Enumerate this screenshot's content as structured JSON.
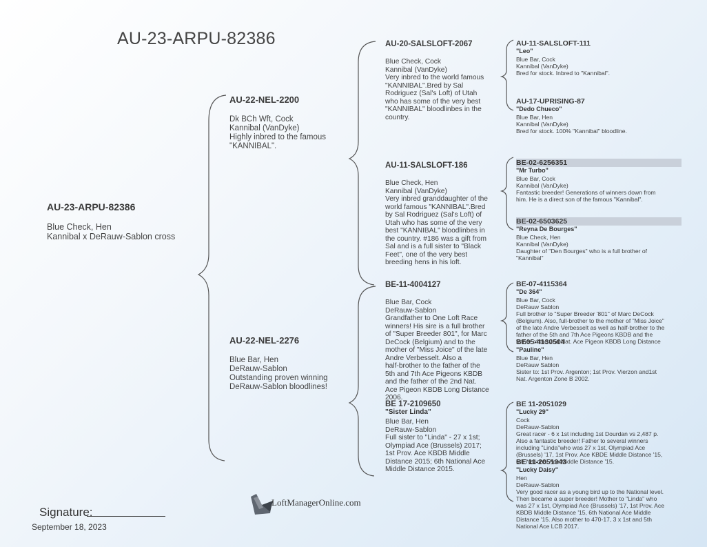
{
  "header": {
    "title": "AU-23-ARPU-82386"
  },
  "subject": {
    "id": "AU-23-ARPU-82386",
    "info": [
      "Blue Check, Hen",
      "Kannibal x DeRauw-Sablon cross"
    ]
  },
  "sire": {
    "id": "AU-22-NEL-2200",
    "info": [
      "Dk BCh Wft, Cock",
      "Kannibal (VanDyke)",
      "Highly inbred to the famous",
      "\"KANNIBAL\"."
    ]
  },
  "dam": {
    "id": "AU-22-NEL-2276",
    "info": [
      "Blue Bar, Hen",
      "DeRauw-Sablon",
      "Outstanding proven winning",
      "DeRauw-Sablon bloodlines!"
    ]
  },
  "gen3": [
    {
      "id": "AU-20-SALSLOFT-2067",
      "nick": "",
      "info": [
        "Blue Check, Cock",
        "Kannibal (VanDyke)",
        "Very inbred to the world famous",
        "\"KANNIBAL\".Bred by Sal",
        "Rodriguez (Sal's Loft) of Utah",
        "who has some of the very best",
        "\"KANNIBAL\" bloodlinbes in the",
        "country."
      ]
    },
    {
      "id": "AU-11-SALSLOFT-186",
      "nick": "",
      "info": [
        "Blue Check, Hen",
        "Kannibal (VanDyke)",
        "Very inbred granddaughter of the",
        "world famous \"KANNIBAL\".Bred",
        "by Sal Rodriguez (Sal's Loft) of",
        "Utah who has some of the very",
        "best \"KANNIBAL\" bloodlinbes in",
        "the country. #186 was a gift from",
        "Sal and is a full sister to \"Black",
        "Feet\", one of the very best",
        "breeding hens in his loft."
      ]
    },
    {
      "id": "BE-11-4004127",
      "nick": "",
      "info": [
        "Blue Bar, Cock",
        "DeRauw-Sablon",
        "Grandfather to One Loft Race",
        "winners! His sire is a full brother",
        "of \"Super Breeder 801\", for Marc",
        "DeCock (Belgium) and to the",
        "mother of \"Miss Joice\" of the late",
        "Andre Verbesselt. Also a",
        "half-brother to the father of the",
        "5th and 7th Ace Pigeons KBDB",
        "and the father of the 2nd Nat.",
        "Ace Pigeon KBDB Long Distance",
        "2006."
      ]
    },
    {
      "id": "BE 17-2109650",
      "nick": "\"Sister Linda\"",
      "info": [
        "Blue Bar, Hen",
        "DeRauw-Sablon",
        "Full sister to \"Linda\" - 27 x 1st;",
        "Olympiad Ace (Brussels) 2017;",
        "1st Prov. Ace KBDB Middle",
        "Distance 2015; 6th National Ace",
        "Middle Distance 2015."
      ]
    }
  ],
  "gen4": [
    {
      "id": "AU-11-SALSLOFT-111",
      "nick": "\"Leo\"",
      "info": [
        "Blue Bar, Cock",
        "Kannibal (VanDyke)",
        "Bred for stock. Inbred to \"Kannibal\"."
      ]
    },
    {
      "id": "AU-17-UPRISING-87",
      "nick": "\"Dedo Chueco\"",
      "info": [
        "Blue Bar, Hen",
        "Kannibal (VanDyke)",
        "Bred for stock. 100% \"Kannibal\" bloodline."
      ]
    },
    {
      "id": "BE-02-6256351",
      "nick": "\"Mr Turbo\"",
      "info": [
        "Blue Bar, Cock",
        "Kannibal (VanDyke)",
        "Fantastic breeder! Generations of winners down from",
        "him. He is a direct son of the famous \"Kannibal\"."
      ]
    },
    {
      "id": "BE-02-6503625",
      "nick": "\"Reyna De Bourges\"",
      "info": [
        "Blue Check, Hen",
        "Kannibal (VanDyke)",
        "Daughter of \"Den Bourges\" who is a full brother of",
        "\"Kannibal\""
      ]
    },
    {
      "id": "BE-07-4115364",
      "nick": "\"De 364\"",
      "info": [
        "Blue Bar, Cock",
        "DeRauw Sablon",
        "Full brother to \"Super Breeder '801\" of Marc DeCock",
        "(Belgium). Also, full-brother to the mother of \"Miss Joice\"",
        "of the late Andre Verbesselt as well as half-brother to the",
        "father of the 5th and 7th Ace Pigeons KBDB and the",
        "father of the 2nd Nat. Ace Pigeon KBDB Long Distance"
      ]
    },
    {
      "id": "BE05-4130504",
      "nick": "\"Pauline\"",
      "info": [
        "Blue Bar, Hen",
        "DeRauw Sablon",
        "Sister to: 1st Prov. Argenton; 1st Prov. Vierzon and1st",
        "Nat. Argenton Zone B 2002."
      ]
    },
    {
      "id": "BE 11-2051029",
      "nick": "\"Lucky 29\"",
      "info": [
        "Cock",
        "DeRauw-Sablon",
        "Great racer - 6 x 1st including 1st Dourdan vs 2,487 p.",
        "Also a fantastic breeder! Father to several winners",
        "including \"Linda\"who was 27 x 1st, Olympiad Ace",
        "(Brussels) '17, 1st Prov. Ace KBDE Middle Distance '15,",
        "6th National Ace Middle Distance '15."
      ]
    },
    {
      "id": "BE 11-2051043",
      "nick": "\"Lucky Daisy\"",
      "info": [
        "Hen",
        "DeRauw-Sablon",
        "Very good racer as a young bird up to the National level.",
        "Then became a super breeder! Mother to \"Linda\" who",
        "was 27 x 1st, Olympiad Ace (Brussels) '17, 1st Prov. Ace",
        "KBDB Middle Distance '15, 6th National Ace Middle",
        "Distance '15. Also mother to 470-17, 3 x 1st and 5th",
        "National Ace LCB 2017."
      ]
    }
  ],
  "footer": {
    "signature_label": "Signature:",
    "date": "September 18, 2023",
    "logo_text": "LoftManagerOnline.com"
  }
}
